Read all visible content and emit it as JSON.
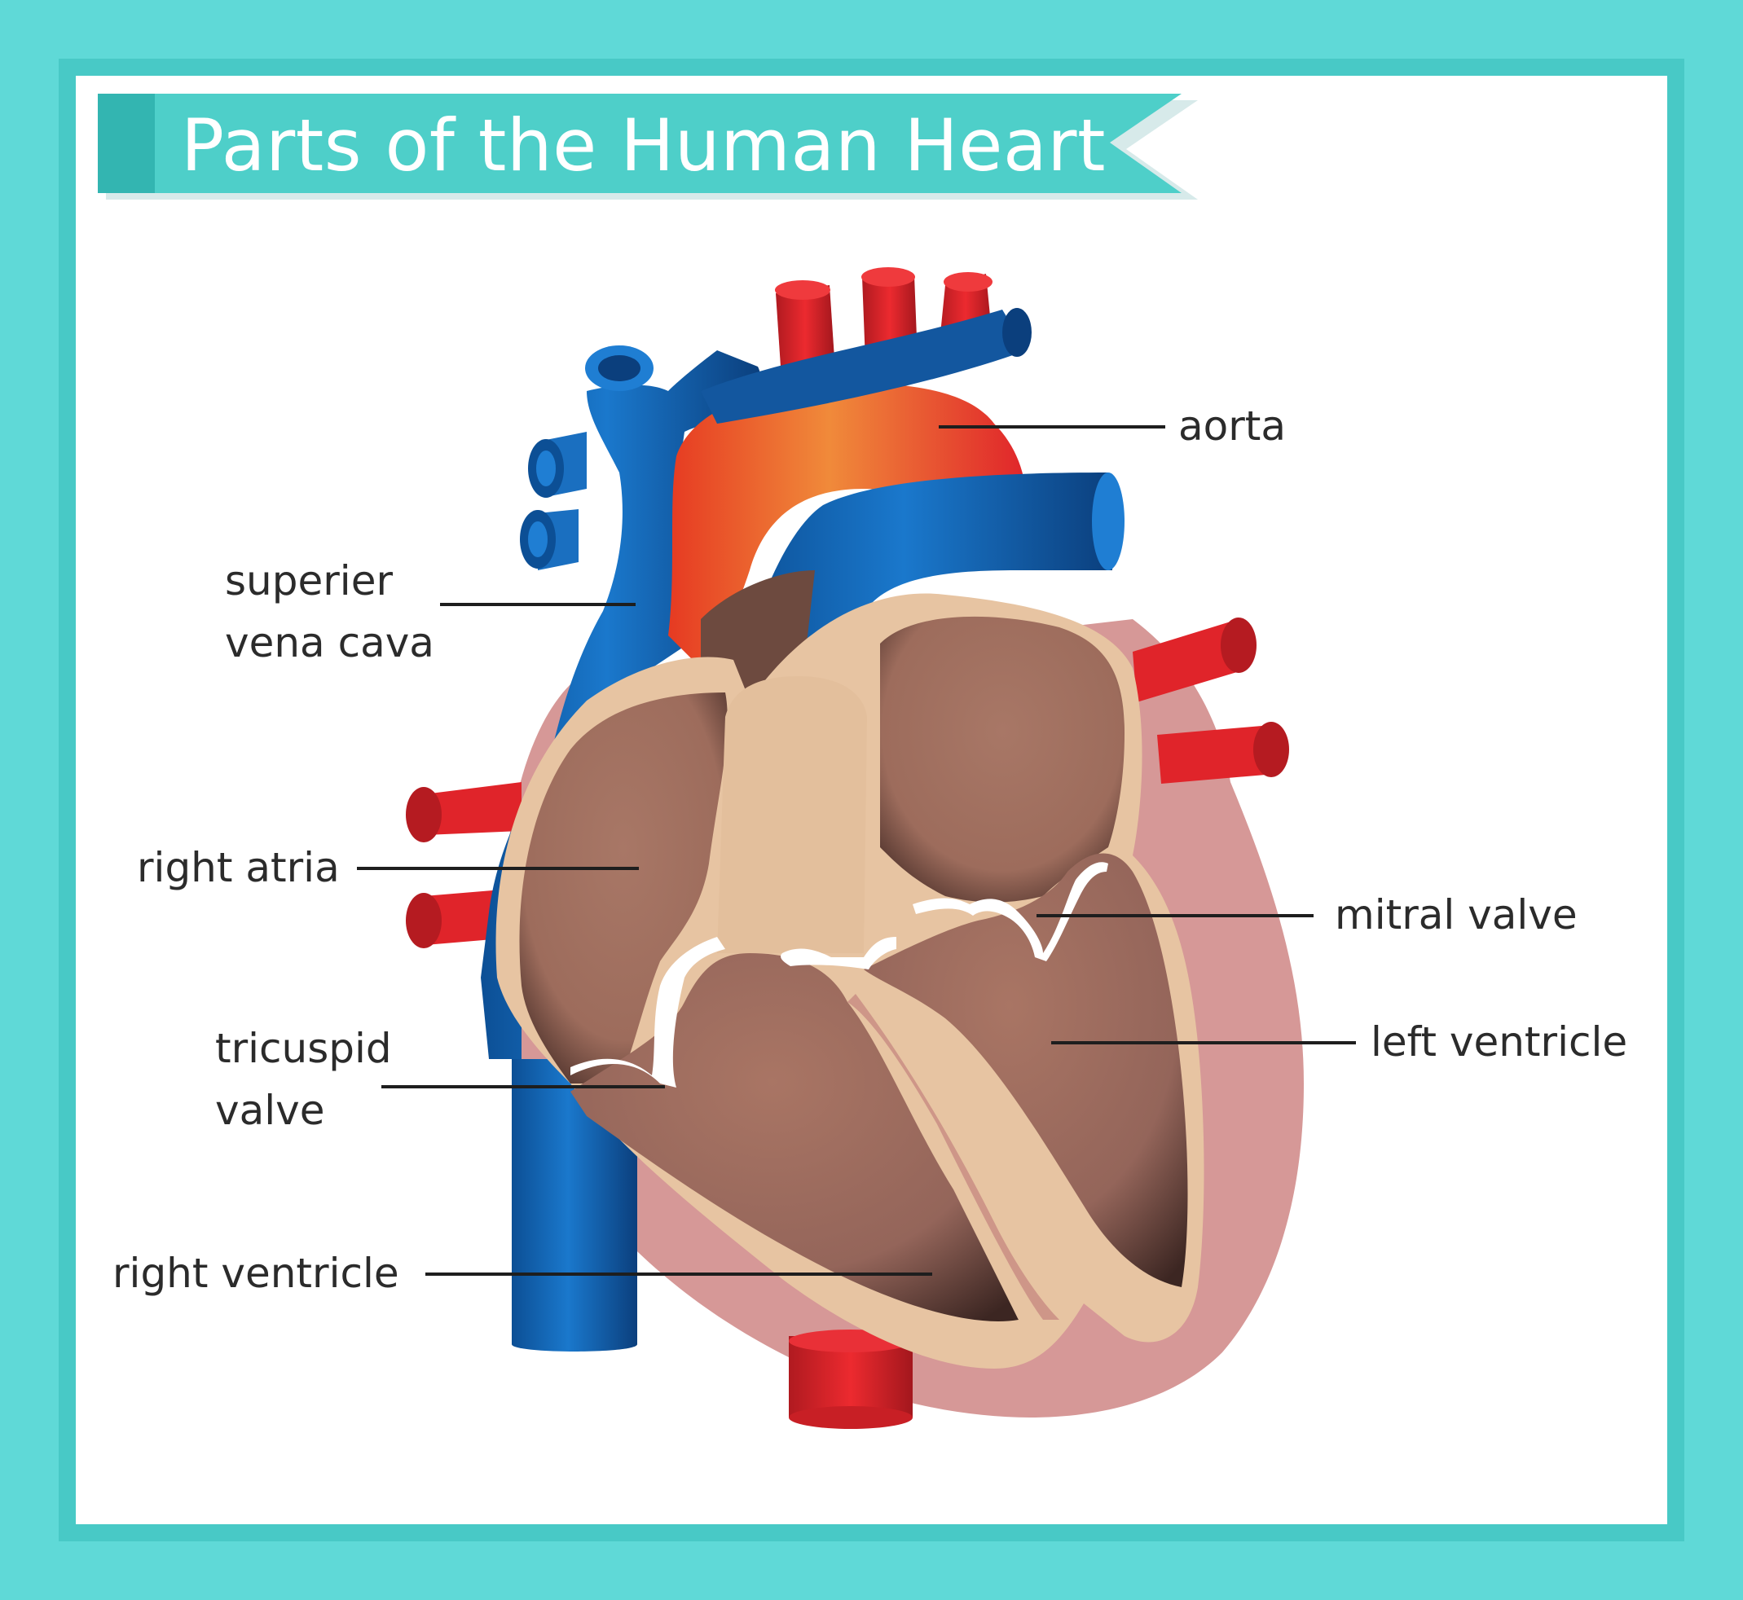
{
  "title": "Parts of the Human Heart",
  "labels": {
    "aorta": "aorta",
    "superior_vena_cava_line1": "superier",
    "superior_vena_cava_line2": "vena cava",
    "right_atria": "right atria",
    "mitral_valve": "mitral valve",
    "left_ventricle": "left ventricle",
    "tricuspid_valve_line1": "tricuspid",
    "tricuspid_valve_line2": "valve",
    "right_ventricle": "right ventricle"
  },
  "colors": {
    "background": "#5fd9d7",
    "frame": "#48c9c6",
    "banner": "#4ecfc9",
    "vein_blue": "#1a6fc0",
    "artery_red": "#e0242a",
    "chamber_brown": "#a87566",
    "wall_tan": "#e7c4a2",
    "pericardium_pink": "#d69897"
  }
}
